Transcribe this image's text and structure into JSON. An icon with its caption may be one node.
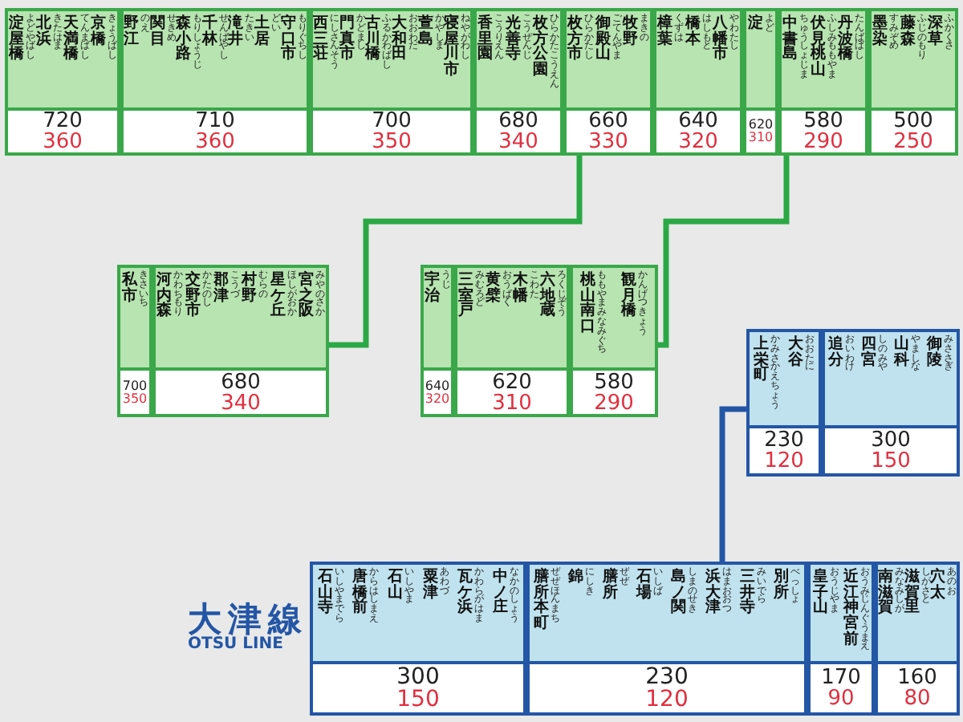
{
  "diagram": {
    "nodes": [
      {
        "text": [
          "淀屋橋",
          "よどやばし",
          "北浜",
          "きたはま",
          "天満橋",
          "てんまばし",
          "京橋",
          "きょうばし",
          "720",
          "360"
        ]
      },
      {
        "text": [
          "野江",
          "のえ",
          "関目",
          "せきめ",
          "森小路",
          "もりしょうじ",
          "千林",
          "せんばやし",
          "滝井",
          "たきい",
          "土居",
          "どい",
          "守口市",
          "もりぐちし",
          "710",
          "360"
        ]
      },
      {
        "text": [
          "西三荘",
          "にしさんそう",
          "門真市",
          "かどまし",
          "古川橋",
          "ふるかわばし",
          "大和田",
          "おおわだ",
          "萱島",
          "かやしま",
          "寝屋川市",
          "ねやがわし",
          "700",
          "350"
        ]
      },
      {
        "text": [
          "香里園",
          "こうりえん",
          "光善寺",
          "こうぜんじ",
          "枚方公園",
          "ひらかたこうえん",
          "680",
          "340"
        ]
      },
      {
        "text": [
          "枚方市",
          "ひらかたし",
          "御殿山",
          "ごてんやま",
          "牧野",
          "まきの",
          "660",
          "330"
        ]
      },
      {
        "text": [
          "樟葉",
          "くずは",
          "橋本",
          "はしもと",
          "八幡市",
          "やわたし",
          "640",
          "320"
        ]
      },
      {
        "text": [
          "淀",
          "よど",
          "620",
          "310"
        ]
      },
      {
        "text": [
          "中書島",
          "ちゅうしょじま",
          "伏見桃山",
          "ふしみももやま",
          "丹波橋",
          "たんばばし",
          "580",
          "290"
        ]
      },
      {
        "text": [
          "墨染",
          "すみぞめ",
          "藤森",
          "ふじのもり",
          "深草",
          "ふかくさ",
          "500",
          "250"
        ]
      },
      {
        "text": [
          "私市",
          "きさいち",
          "700",
          "350"
        ]
      },
      {
        "text": [
          "河内森",
          "かわちもり",
          "交野市",
          "かたのし",
          "郡津",
          "こうづ",
          "村野",
          "むらの",
          "星ケ丘",
          "ほしがおか",
          "宮之阪",
          "みやのさか",
          "680",
          "340"
        ]
      },
      {
        "text": [
          "宇治",
          "うじ",
          "640",
          "320"
        ]
      },
      {
        "text": [
          "三室戸",
          "みむろど",
          "黄檗",
          "おうばく",
          "木幡",
          "こわた",
          "六地蔵",
          "ろくじぞう",
          "620",
          "310"
        ]
      },
      {
        "text": [
          "桃山南口",
          "ももやまみなみぐち",
          "観月橋",
          "かんげつきょう",
          "580",
          "290"
        ]
      },
      {
        "text": [
          "上栄町",
          "かみさかえちょう",
          "大谷",
          "おおたに",
          "230",
          "120"
        ]
      },
      {
        "text": [
          "追分",
          "おいわけ",
          "四宮",
          "しのみや",
          "山科",
          "やましな",
          "御陵",
          "みささぎ",
          "300",
          "150"
        ]
      },
      {
        "text": [
          "石山寺",
          "いしやまでら",
          "唐橋前",
          "からはしまえ",
          "石山",
          "いしやま",
          "粟津",
          "あわづ",
          "瓦ケ浜",
          "かわらがはま",
          "中ノ庄",
          "なかのしょう",
          "300",
          "150"
        ]
      },
      {
        "text": [
          "膳所本町",
          "ぜぜほんまち",
          "錦",
          "にしき",
          "膳所",
          "ぜぜ",
          "石場",
          "いしば",
          "島ノ関",
          "しまのせき",
          "浜大津",
          "はまおおつ",
          "三井寺",
          "みいでら",
          "別所",
          "べっしょ",
          "230",
          "120"
        ]
      },
      {
        "text": [
          "皇子山",
          "おうじやま",
          "近江神宮前",
          "おうみじんぐうまえ",
          "170",
          "90"
        ]
      },
      {
        "text": [
          "南滋賀",
          "みなみしが",
          "滋賀里",
          "しがさと",
          "穴太",
          "あのお",
          "160",
          "80"
        ]
      }
    ],
    "edges": [
      {
        "from": 4,
        "to": 10,
        "arrow": "none"
      },
      {
        "from": 7,
        "to": 13,
        "arrow": "none"
      },
      {
        "from": 14,
        "to": 17,
        "arrow": "none",
        "color": "#2456a6"
      }
    ],
    "labels": [
      "大津線",
      "OTSU LINE"
    ]
  }
}
